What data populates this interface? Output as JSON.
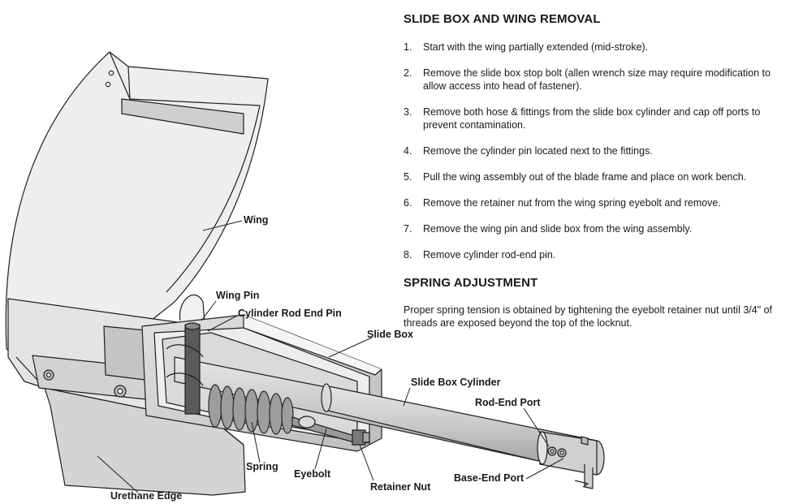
{
  "section1": {
    "title": "SLIDE BOX AND WING REMOVAL",
    "steps": [
      {
        "num": "1.",
        "text": "Start with the wing partially extended (mid-stroke)."
      },
      {
        "num": "2.",
        "text": "Remove the slide box stop bolt (allen wrench size may require modification to allow access into head of fastener)."
      },
      {
        "num": "3.",
        "text": "Remove both hose & fittings from the slide box cylinder and cap off ports to prevent contamination."
      },
      {
        "num": "4.",
        "text": "Remove the cylinder pin located next to the fittings."
      },
      {
        "num": "5.",
        "text": "Pull the wing assembly out of the blade frame and place on work bench."
      },
      {
        "num": "6.",
        "text": "Remove the retainer nut from the wing spring eyebolt and remove."
      },
      {
        "num": "7.",
        "text": "Remove the wing pin and slide box from the wing assembly."
      },
      {
        "num": "8.",
        "text": "Remove cylinder rod-end pin."
      }
    ]
  },
  "section2": {
    "title": "SPRING ADJUSTMENT",
    "body": "Proper spring tension is obtained by tightening the eyebolt retainer nut until 3/4\" of threads are exposed beyond the top of the locknut."
  },
  "labels": {
    "wing": "Wing",
    "wing_pin": "Wing Pin",
    "cyl_rod_end_pin": "Cylinder Rod End Pin",
    "slide_box": "Slide Box",
    "slide_box_cylinder": "Slide Box Cylinder",
    "rod_end_port": "Rod-End Port",
    "base_end_port": "Base-End Port",
    "spring": "Spring",
    "eyebolt": "Eyebolt",
    "retainer_nut": "Retainer Nut",
    "urethane_edge": "Urethane Edge"
  }
}
